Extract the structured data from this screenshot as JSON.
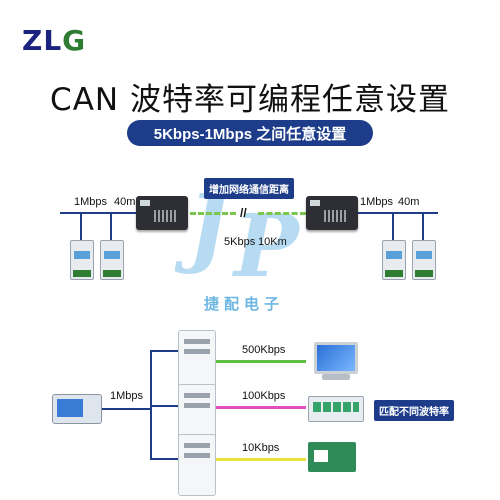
{
  "logo": {
    "z": "Z",
    "l": "L",
    "g": "G"
  },
  "title": "CAN 波特率可编程任意设置",
  "subtitle": "5Kbps-1Mbps 之间任意设置",
  "top_section": {
    "left_rate": "1Mbps",
    "left_distance": "40m",
    "right_rate": "1Mbps",
    "right_distance": "40m",
    "tag": "增加网络通信距离",
    "break_mark": "//",
    "link_rate": "5Kbps",
    "link_distance": "10Km"
  },
  "watermark": {
    "j": "J",
    "p": "P",
    "text": "捷配电子"
  },
  "bottom_section": {
    "bus_rate": "1Mbps",
    "channels": [
      {
        "rate": "500Kbps",
        "color": "#5fbf3f"
      },
      {
        "rate": "100Kbps",
        "color": "#e04fc0"
      },
      {
        "rate": "10Kbps",
        "color": "#e6e23a"
      }
    ],
    "tag": "匹配不同波特率"
  },
  "icons": [
    "zlg-logo",
    "gateway-icon",
    "can-module-icon",
    "terminal-icon",
    "monitor-icon",
    "hmi-device-icon",
    "pcb-board-icon"
  ]
}
